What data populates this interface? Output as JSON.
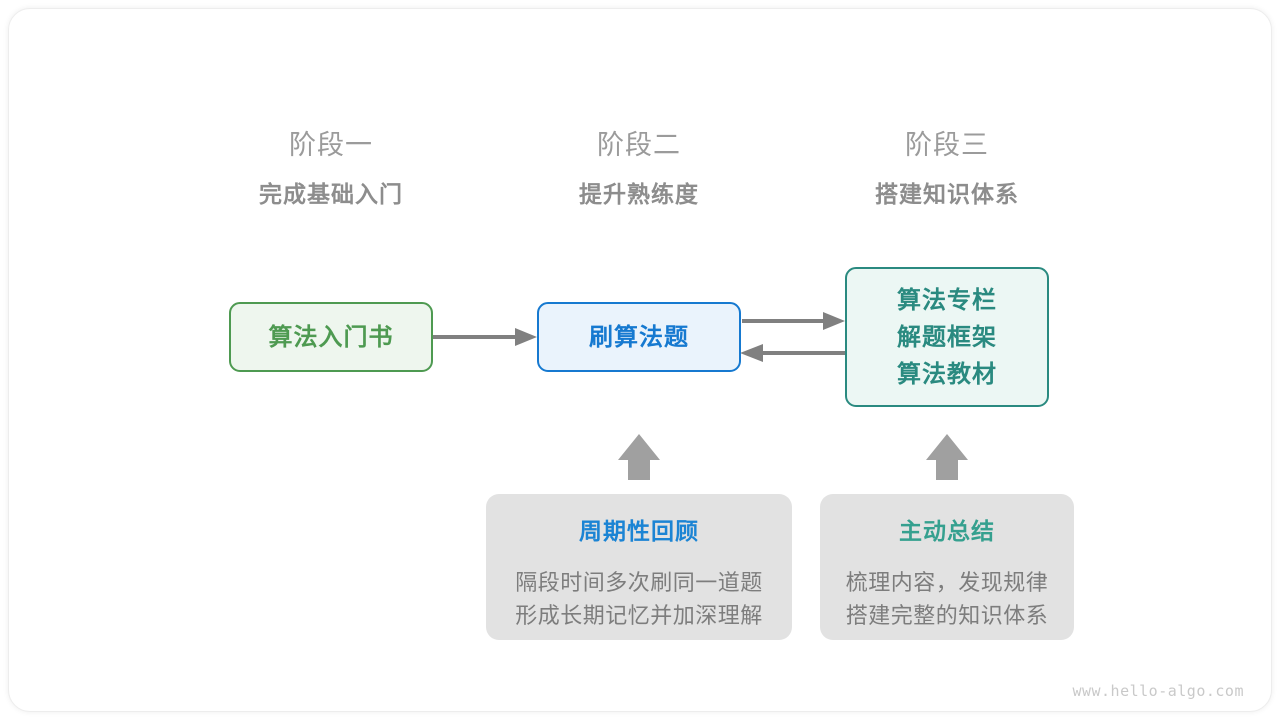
{
  "colors": {
    "green": "#4e9a51",
    "green_fill": "#eef6ee",
    "blue": "#1679d0",
    "blue_fill": "#eaf3fc",
    "teal": "#2a8a80",
    "teal_fill": "#ecf7f4",
    "gray_card": "#e2e2e2",
    "arrow": "#808080",
    "heading_gray": "#8d8d8d",
    "watermark": "#c9c9c9"
  },
  "stages": [
    {
      "number": "阶段一",
      "title": "完成基础入门"
    },
    {
      "number": "阶段二",
      "title": "提升熟练度"
    },
    {
      "number": "阶段三",
      "title": "搭建知识体系"
    }
  ],
  "nodes": {
    "book": {
      "lines": [
        "算法入门书"
      ]
    },
    "practice": {
      "lines": [
        "刷算法题"
      ]
    },
    "resources": {
      "lines": [
        "算法专栏",
        "解题框架",
        "算法教材"
      ]
    }
  },
  "cards": [
    {
      "title": "周期性回顾",
      "body": [
        "隔段时间多次刷同一道题",
        "形成长期记忆并加深理解"
      ]
    },
    {
      "title": "主动总结",
      "body": [
        "梳理内容，发现规律",
        "搭建完整的知识体系"
      ]
    }
  ],
  "watermark": "www.hello-algo.com"
}
